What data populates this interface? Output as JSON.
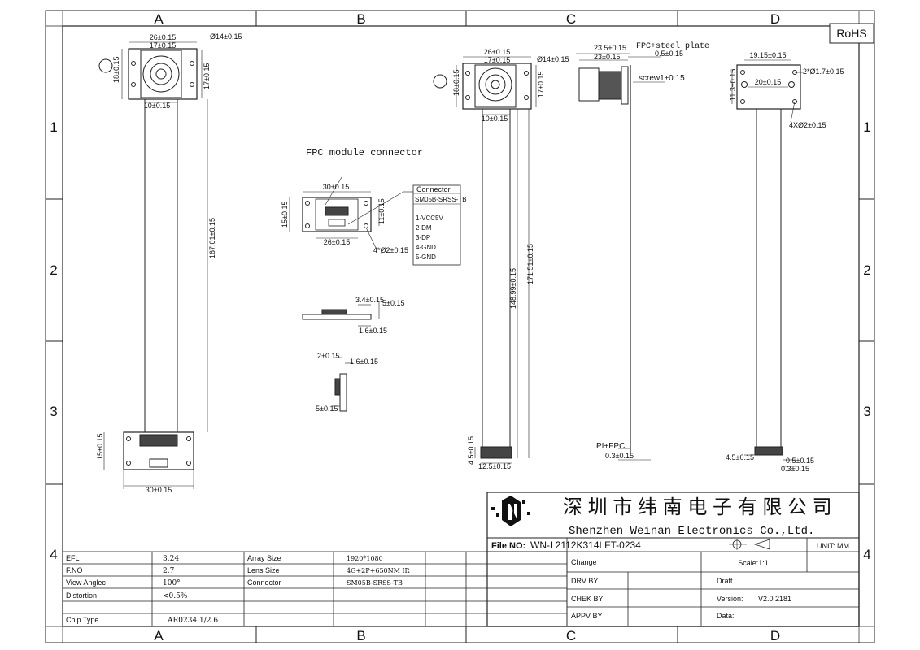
{
  "border": {
    "columns": [
      "A",
      "B",
      "C",
      "D"
    ],
    "rows": [
      "1",
      "2",
      "3",
      "4"
    ],
    "rohs": "RoHS"
  },
  "view_a": {
    "dims": {
      "w26": "26±0.15",
      "w17": "17±0.15",
      "d14": "Ø14±0.15",
      "h18": "18±0.15",
      "h17": "17±0.15",
      "fpc10": "10±0.15",
      "len167": "167.01±0.15",
      "h15": "15±0.15",
      "w30": "30±0.15"
    }
  },
  "connector_detail": {
    "title": "FPC module connector",
    "dims": {
      "w30": "30±0.15",
      "h15": "15±0.15",
      "h11": "11±0.15",
      "w26": "26±0.15",
      "holes": "4*Ø2±0.15"
    },
    "table_header": "Connector",
    "part_no": "SM05B-SRSS-TB",
    "pins": [
      "1-VCC5V",
      "2-DM",
      "3-DP",
      "4-GND",
      "5-GND"
    ]
  },
  "side_detail": {
    "dims": {
      "d34": "3.4±0.15",
      "d5": "5±0.15",
      "d16": "1.6±0.15"
    }
  },
  "small_detail": {
    "dims": {
      "d2": "2±0.15",
      "d16": "1.6±0.15",
      "d5": "5±0.15"
    }
  },
  "view_b": {
    "dims": {
      "w26": "26±0.15",
      "w17": "17±0.15",
      "d14": "Ø14±0.15",
      "h18": "18±0.15",
      "h17": "17±0.15",
      "fpc10": "10±0.15",
      "len148": "148.99±0.15",
      "len171": "171.51±0.15",
      "h45": "4.5±0.15",
      "w125": "12.5±0.15"
    }
  },
  "view_c": {
    "dims": {
      "plate": "FPC+steel plate",
      "w235": "23.5±0.15",
      "w23": "23±0.15",
      "d05": "0.5±0.15",
      "screw": "screw1±0.15",
      "pifpc": "PI+FPC",
      "d03": "0.3±0.15"
    }
  },
  "view_d": {
    "dims": {
      "w1915": "19.15±0.15",
      "holes2": "2*Ø1.7±0.15",
      "w20": "20±0.15",
      "h113": "11.3±0.15",
      "holes4": "4XØ2±0.15",
      "h45": "4.5±0.15",
      "d05": "0.5±0.15",
      "d03": "0.3±0.15"
    }
  },
  "spec_table": {
    "rows": [
      {
        "label": "EFL",
        "value": "3.24"
      },
      {
        "label": "F.NO",
        "value": "2.7"
      },
      {
        "label": "View Anglec",
        "value": "100°"
      },
      {
        "label": "Distortion",
        "value": "<0.5%"
      },
      {
        "label": "",
        "value": ""
      },
      {
        "label": "Chip Type",
        "value": "AR0234 1/2.6"
      }
    ],
    "rows2": [
      {
        "label": "Array Size",
        "value": "1920*1080"
      },
      {
        "label": "Lens Size",
        "value": "4G+2P+650NM IR"
      },
      {
        "label": "Connector",
        "value": "SM05B-SRSS-TB"
      }
    ]
  },
  "title_block": {
    "company_cn": "深 圳 市 纬 南 电 子 有 限 公 司",
    "company_en": "Shenzhen  Weinan  Electronics  Co.,Ltd.",
    "file_label": "File NO:",
    "file_no": "WN-L2112K314LFT-0234",
    "unit": "UNIT: MM",
    "scale": "Scale:1:1",
    "change": "Change",
    "drv": "DRV BY",
    "chek": "CHEK BY",
    "appv": "APPV BY",
    "draft": "Draft",
    "version_label": "Version:",
    "version": "V2.0  2181",
    "data_label": "Data:"
  }
}
